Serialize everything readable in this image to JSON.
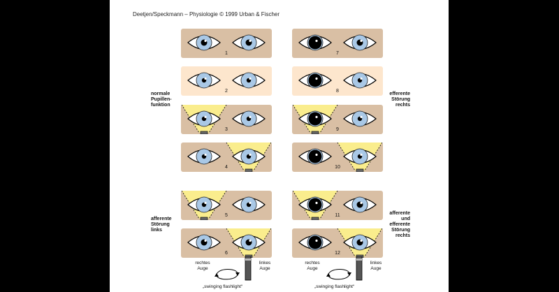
{
  "credit": "Deetjen/Speckmann – Physiologie © 1999 Urban & Fischer",
  "side_labels": {
    "normal": [
      "normale",
      "Pupillen-",
      "funktion"
    ],
    "afferent": [
      "afferente",
      "Störung",
      "links"
    ],
    "efferent": [
      "efferente",
      "Störung",
      "rechts"
    ],
    "combined": [
      "afferente",
      "und",
      "efferente",
      "Störung",
      "rechts"
    ]
  },
  "eye_labels": {
    "right": [
      "rechtes",
      "Auge"
    ],
    "left": [
      "linkes",
      "Auge"
    ]
  },
  "swinging_label": "„swinging flashlight“",
  "colors": {
    "panel_dark": "#d9bfa4",
    "panel_light": "#fde6cd",
    "iris": "#a9c8e6",
    "pupil": "#000000",
    "light": "#fff58a"
  },
  "panels": [
    {
      "number": "1",
      "tone": "dark",
      "light": "none",
      "right_pupil": "normal",
      "left_pupil": "normal"
    },
    {
      "number": "2",
      "tone": "light",
      "light": "none",
      "right_pupil": "small",
      "left_pupil": "small"
    },
    {
      "number": "3",
      "tone": "dark",
      "light": "right",
      "right_pupil": "small",
      "left_pupil": "small"
    },
    {
      "number": "4",
      "tone": "dark",
      "light": "left",
      "right_pupil": "small",
      "left_pupil": "small"
    },
    {
      "number": "5",
      "tone": "dark",
      "light": "right",
      "right_pupil": "small",
      "left_pupil": "small"
    },
    {
      "number": "6",
      "tone": "dark",
      "light": "left",
      "right_pupil": "normal",
      "left_pupil": "normal"
    },
    {
      "number": "7",
      "tone": "dark",
      "light": "none",
      "right_pupil": "large",
      "left_pupil": "normal"
    },
    {
      "number": "8",
      "tone": "light",
      "light": "none",
      "right_pupil": "large",
      "left_pupil": "small"
    },
    {
      "number": "9",
      "tone": "dark",
      "light": "right",
      "right_pupil": "large",
      "left_pupil": "small"
    },
    {
      "number": "10",
      "tone": "dark",
      "light": "left",
      "right_pupil": "large",
      "left_pupil": "small"
    },
    {
      "number": "11",
      "tone": "dark",
      "light": "right",
      "right_pupil": "large",
      "left_pupil": "normal"
    },
    {
      "number": "12",
      "tone": "dark",
      "light": "left",
      "right_pupil": "large",
      "left_pupil": "normal"
    }
  ]
}
